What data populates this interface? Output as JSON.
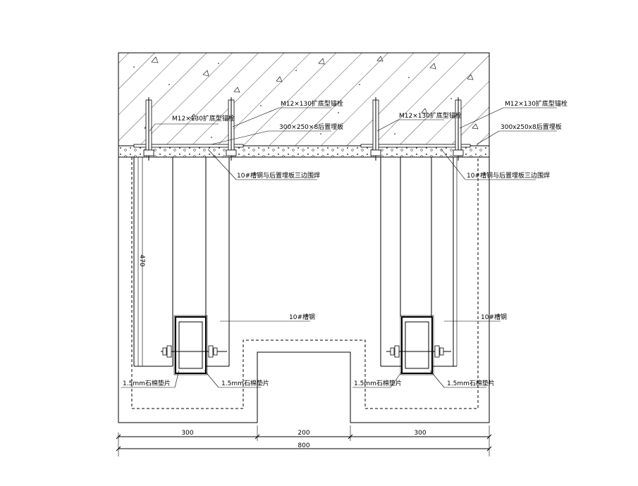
{
  "annotations": {
    "anchor_left": "M12×130扩底型锚栓",
    "anchor_mid": "M12×130扩底型锚栓",
    "anchor_center_right": "M12×130扩底型锚栓",
    "anchor_right": "M12×130扩底型锚栓",
    "plate_mid": "300×250×8后置埋板",
    "plate_right": "300x250x8后置埋板",
    "weld_left": "10#槽钢与后置埋板三边围焊",
    "weld_right": "10#槽钢与后置埋板三边围焊",
    "channel_left": "10#槽钢",
    "channel_right": "10#槽钢",
    "pad_1": "1.5mm石棉垫片",
    "pad_2": "1.5mm石棉垫片",
    "pad_3": "1.5mm石棉垫片",
    "pad_4": "1.5mm石棉垫片"
  },
  "dimensions": {
    "d1": "300",
    "d2": "200",
    "d3": "300",
    "total": "800",
    "height": "470"
  }
}
